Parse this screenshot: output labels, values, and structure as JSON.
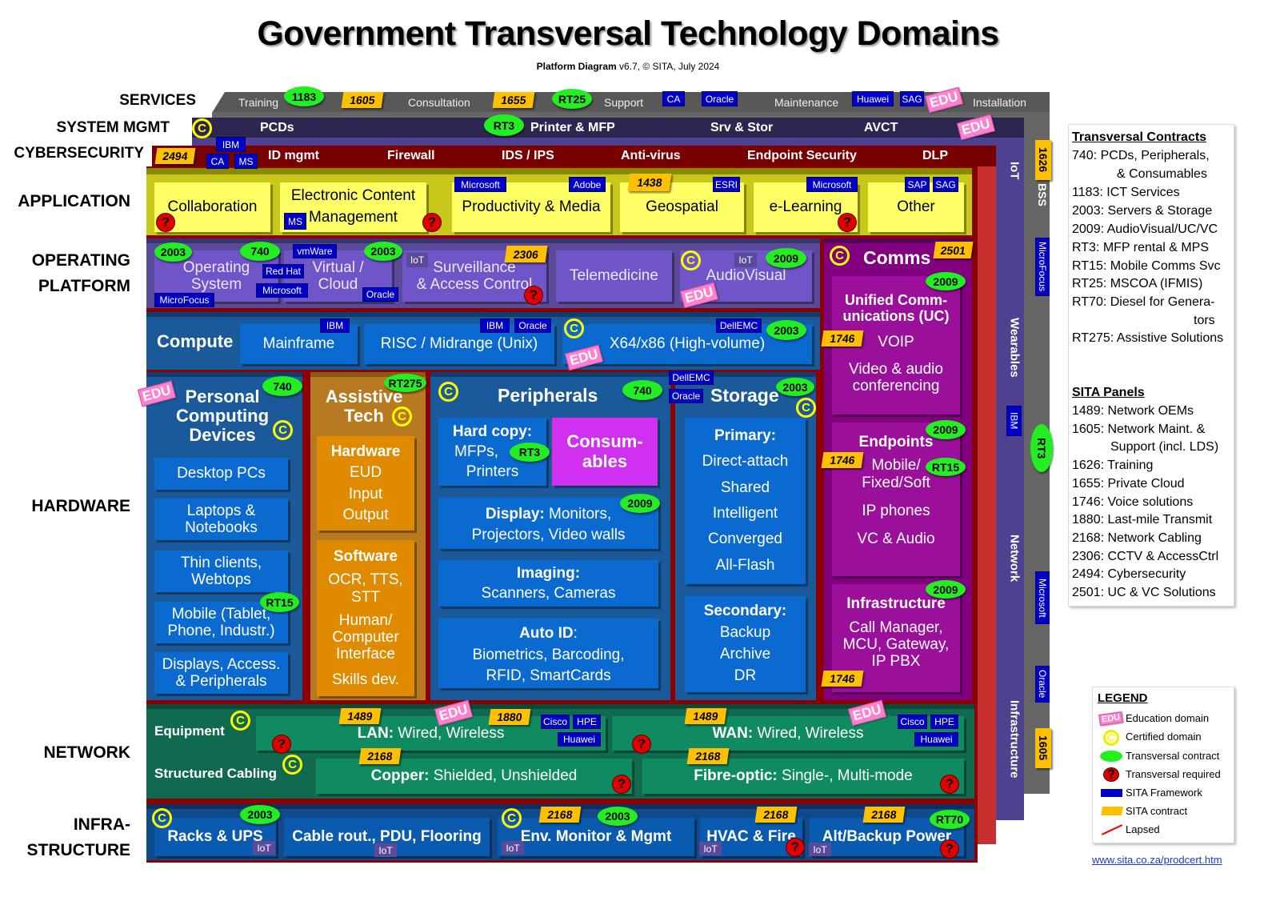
{
  "title": "Government Transversal Technology Domains",
  "subtitle": {
    "bold": "Platform Diagram",
    "rest": " v6.7, © SITA, July 2024"
  },
  "layer_labels": {
    "services": "SERVICES",
    "system_mgmt": "SYSTEM MGMT",
    "cybersecurity": "CYBERSECURITY",
    "application": "APPLICATION",
    "operating_platform": "OPERATING\nPLATFORM",
    "hardware": "HARDWARE",
    "network": "NETWORK",
    "infrastructure": "INFRA-\nSTRUCTURE"
  },
  "icons_text": {
    "edu": "EDU",
    "iot": "IoT"
  },
  "services": {
    "items": [
      "Training",
      "Consultation",
      "Support",
      "Maintenance",
      "Installation"
    ],
    "badges": [
      "1183",
      "1605",
      "1655",
      "RT25",
      "CA",
      "Oracle",
      "Huawei",
      "SAG"
    ]
  },
  "system_mgmt": {
    "items": [
      "PCDs",
      "Printer & MFP",
      "Srv & Stor",
      "AVCT"
    ],
    "badges": [
      "RT3"
    ]
  },
  "cybersecurity": {
    "items": [
      "ID mgmt",
      "Firewall",
      "IDS / IPS",
      "Anti-virus",
      "Endpoint Security",
      "DLP"
    ],
    "badges": [
      "2494",
      "IBM",
      "CA",
      "MS"
    ]
  },
  "application": {
    "items": [
      "Collaboration",
      "Electronic Content\nManagement",
      "Productivity & Media",
      "Geospatial",
      "e-Learning",
      "Other"
    ],
    "badges": [
      "MS",
      "Microsoft",
      "Adobe",
      "1438",
      "ESRI",
      "Microsoft",
      "SAP",
      "SAG"
    ]
  },
  "operating_platform": {
    "items": [
      "Operating\nSystem",
      "Virtual /\nCloud",
      "Surveillance\n& Access Control",
      "Telemedicine",
      "AudioVisual"
    ],
    "badges": [
      "2003",
      "740",
      "vmWare",
      "Red Hat",
      "Microsoft",
      "MicroFocus",
      "2003",
      "Oracle",
      "2306",
      "2009"
    ]
  },
  "compute": {
    "title": "Compute",
    "items": [
      "Mainframe",
      "RISC / Midrange (Unix)",
      "X64/x86 (High-volume)"
    ],
    "badges": [
      "IBM",
      "IBM",
      "Oracle",
      "DellEMC",
      "2003"
    ]
  },
  "comms": {
    "title": "Comms",
    "badge": "2501",
    "uc": {
      "title": "Unified Comm-\nunications (UC)",
      "badges": [
        "2009",
        "1746"
      ],
      "items": [
        "VOIP",
        "Video & audio\nconferencing"
      ]
    },
    "endpoints": {
      "title": "Endpoints",
      "badges": [
        "2009",
        "1746",
        "RT15"
      ],
      "items": [
        "Mobile/\nFixed/Soft",
        "IP phones",
        "VC & Audio"
      ]
    },
    "infrastructure": {
      "title": "Infrastructure",
      "badges": [
        "2009",
        "1746"
      ],
      "items": [
        "Call Manager,\nMCU, Gateway,\nIP PBX"
      ]
    }
  },
  "hardware": {
    "pcd": {
      "title": "Personal\nComputing\nDevices",
      "badges": [
        "740",
        "RT15"
      ],
      "items": [
        "Desktop PCs",
        "Laptops &\nNotebooks",
        "Thin clients,\nWebtops",
        "Mobile (Tablet,\nPhone, Industr.)",
        "Displays, Access.\n& Peripherals"
      ]
    },
    "assistive": {
      "title": "Assistive\nTech",
      "badge": "RT275",
      "hardware": {
        "title": "Hardware",
        "items": [
          "EUD",
          "Input",
          "Output"
        ]
      },
      "software": {
        "title": "Software",
        "items": [
          "OCR, TTS,\nSTT",
          "Human/\nComputer\nInterface",
          "Skills dev."
        ]
      }
    },
    "peripherals": {
      "title": "Peripherals",
      "badges": [
        "740",
        "RT3",
        "2009"
      ],
      "hard_copy": {
        "title": "Hard copy:",
        "items": [
          "MFPs,",
          "Printers"
        ]
      },
      "consumables": "Consum-\nables",
      "display": {
        "title": "Display:",
        "text": " Monitors,\nProjectors, Video walls"
      },
      "imaging": {
        "title": "Imaging:",
        "text": "Scanners, Cameras"
      },
      "auto_id": {
        "title": "Auto ID",
        "text": ":\nBiometrics, Barcoding,\nRFID, SmartCards"
      }
    },
    "storage": {
      "title": "Storage",
      "badges": [
        "DellEMC",
        "Oracle",
        "2003"
      ],
      "primary": {
        "title": "Primary:",
        "items": [
          "Direct-attach",
          "Shared",
          "Intelligent",
          "Converged",
          "All-Flash"
        ]
      },
      "secondary": {
        "title": "Secondary:",
        "items": [
          "Backup",
          "Archive",
          "DR"
        ]
      }
    }
  },
  "network": {
    "equipment": "Equipment",
    "structured_cabling": "Structured Cabling",
    "lan": {
      "title": "LAN:",
      "text": " Wired, Wireless",
      "badges": [
        "1489",
        "1880",
        "Cisco",
        "HPE",
        "Huawei"
      ]
    },
    "wan": {
      "title": "WAN:",
      "text": " Wired, Wireless",
      "badges": [
        "1489",
        "Cisco",
        "HPE",
        "Huawei"
      ]
    },
    "copper": {
      "title": "Copper:",
      "text": " Shielded, Unshielded",
      "badge": "2168"
    },
    "fibre": {
      "title": "Fibre-optic:",
      "text": " Single-, Multi-mode",
      "badge": "2168"
    }
  },
  "infrastructure": {
    "items": [
      "Racks & UPS",
      "Cable rout., PDU, Flooring",
      "Env. Monitor & Mgmt",
      "HVAC & Fire",
      "Alt/Backup Power"
    ],
    "badges": [
      "2003",
      "2168",
      "2003",
      "2168",
      "2168",
      "RT70"
    ]
  },
  "side": {
    "purple": [
      "IoT",
      "Wearables",
      "IBM",
      "Network",
      "Infrastructure"
    ],
    "gray": [
      "1626",
      "BSS",
      "MicroFocus",
      "RT3",
      "Microsoft",
      "Oracle",
      "1605"
    ]
  },
  "transversal_contracts": {
    "title": "Transversal Contracts",
    "items": [
      "740: PCDs, Peripherals,",
      "& Consumables",
      "1183: ICT Services",
      "2003: Servers & Storage",
      "2009: AudioVisual/UC/VC",
      "RT3: MFP rental & MPS",
      "RT15: Mobile Comms Svc",
      "RT25: MSCOA (IFMIS)",
      "RT70: Diesel for Genera-",
      "tors",
      "RT275: Assistive Solutions"
    ]
  },
  "sita_panels": {
    "title": "SITA Panels",
    "items": [
      "1489: Network OEMs",
      "1605: Network Maint. &",
      "Support (incl. LDS)",
      "1626: Training",
      "1655: Private Cloud",
      "1746: Voice solutions",
      "1880: Last-mile Transmit",
      "2168: Network Cabling",
      "2306: CCTV & AccessCtrl",
      "2494: Cybersecurity",
      "2501: UC & VC Solutions"
    ]
  },
  "legend": {
    "title": "LEGEND",
    "items": [
      "Education domain",
      "Certified domain",
      "Transversal contract",
      "Transversal required",
      "SITA Framework",
      "SITA contract",
      "Lapsed"
    ]
  },
  "link": "www.sita.co.za/prodcert.htm",
  "colors": {
    "transversal_contract": "#22ee22",
    "sita_contract": "#ffc000",
    "sita_framework": "#0000c8",
    "education": "#ff80d0",
    "certified": "#ffff00",
    "required": "#e00000"
  }
}
